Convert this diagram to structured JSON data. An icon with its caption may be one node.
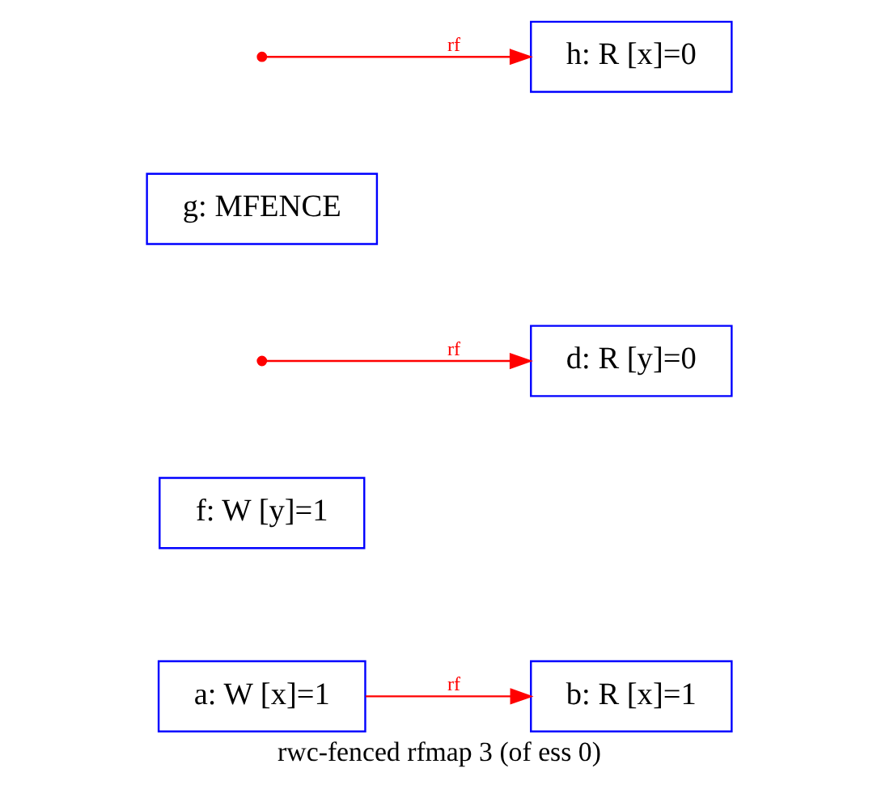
{
  "diagram": {
    "caption": "rwc-fenced rfmap 3 (of ess 0)",
    "nodes": [
      {
        "text": [
          "a: W [x]=1"
        ]
      },
      {
        "text": [
          "b: R [x]=1"
        ]
      },
      {
        "text": [
          "f: W [y]=1"
        ]
      },
      {
        "text": [
          "d: R [y]=0"
        ]
      },
      {
        "text": [
          "g: MFENCE"
        ]
      },
      {
        "text": [
          "h: R [x]=0"
        ]
      }
    ],
    "edges": [
      {
        "from": 0,
        "to": 1,
        "arrow": "to",
        "label": "rf"
      },
      {
        "from": null,
        "to": 3,
        "arrow": "to",
        "label": "rf"
      },
      {
        "from": null,
        "to": 5,
        "arrow": "to",
        "label": "rf"
      }
    ]
  }
}
